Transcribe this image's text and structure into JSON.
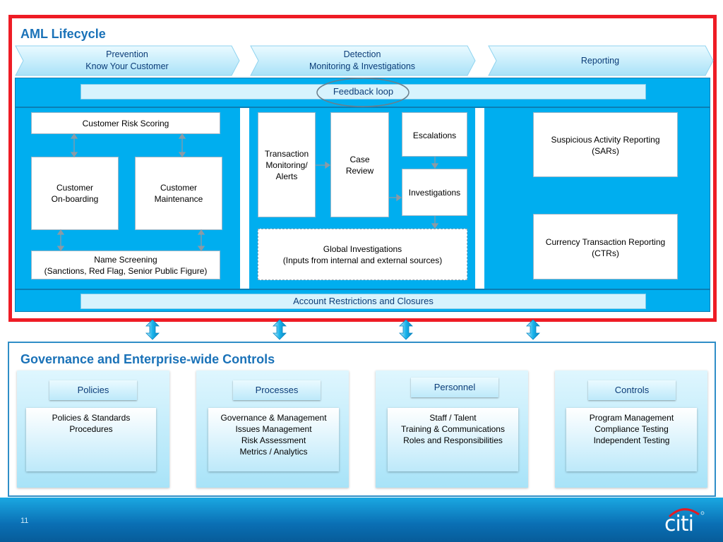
{
  "aml": {
    "title": "AML Lifecycle",
    "phases": [
      {
        "line1": "Prevention",
        "line2": "Know Your Customer"
      },
      {
        "line1": "Detection",
        "line2": "Monitoring & Investigations"
      },
      {
        "line1": "Reporting",
        "line2": ""
      }
    ],
    "feedback_loop": "Feedback loop",
    "account_restrictions": "Account Restrictions and Closures",
    "prevention": {
      "risk_scoring": "Customer Risk Scoring",
      "onboarding": [
        "Customer",
        "On-boarding"
      ],
      "maintenance": [
        "Customer",
        "Maintenance"
      ],
      "name_screening": [
        "Name Screening",
        "(Sanctions, Red Flag, Senior Public Figure)"
      ]
    },
    "detection": {
      "transaction_monitoring": [
        "Transaction",
        "Monitoring/",
        "Alerts"
      ],
      "case_review": [
        "Case",
        "Review"
      ],
      "escalations": "Escalations",
      "investigations": "Investigations",
      "global_investigations": [
        "Global Investigations",
        "(Inputs from internal and external sources)"
      ]
    },
    "reporting": {
      "sars": [
        "Suspicious Activity Reporting",
        "(SARs)"
      ],
      "ctrs": [
        "Currency Transaction Reporting",
        "(CTRs)"
      ]
    }
  },
  "governance": {
    "title": "Governance and Enterprise-wide Controls",
    "cards": [
      {
        "header": "Policies",
        "lines": [
          "Policies & Standards",
          "Procedures"
        ]
      },
      {
        "header": "Processes",
        "lines": [
          "Governance & Management",
          "Issues Management",
          "Risk Assessment",
          "Metrics / Analytics"
        ]
      },
      {
        "header": "Personnel",
        "lines": [
          "Staff  / Talent",
          "Training & Communications",
          "Roles and Responsibilities"
        ]
      },
      {
        "header": "Controls",
        "lines": [
          "Program Management",
          "Compliance Testing",
          "Independent Testing"
        ]
      }
    ]
  },
  "footer": {
    "page_number": "11",
    "logo_text": "citi"
  },
  "colors": {
    "frame_red": "#ee1c25",
    "panel_blue": "#00aeef",
    "title_blue": "#1a72b8",
    "footer_blue": "#0a6fb4"
  }
}
